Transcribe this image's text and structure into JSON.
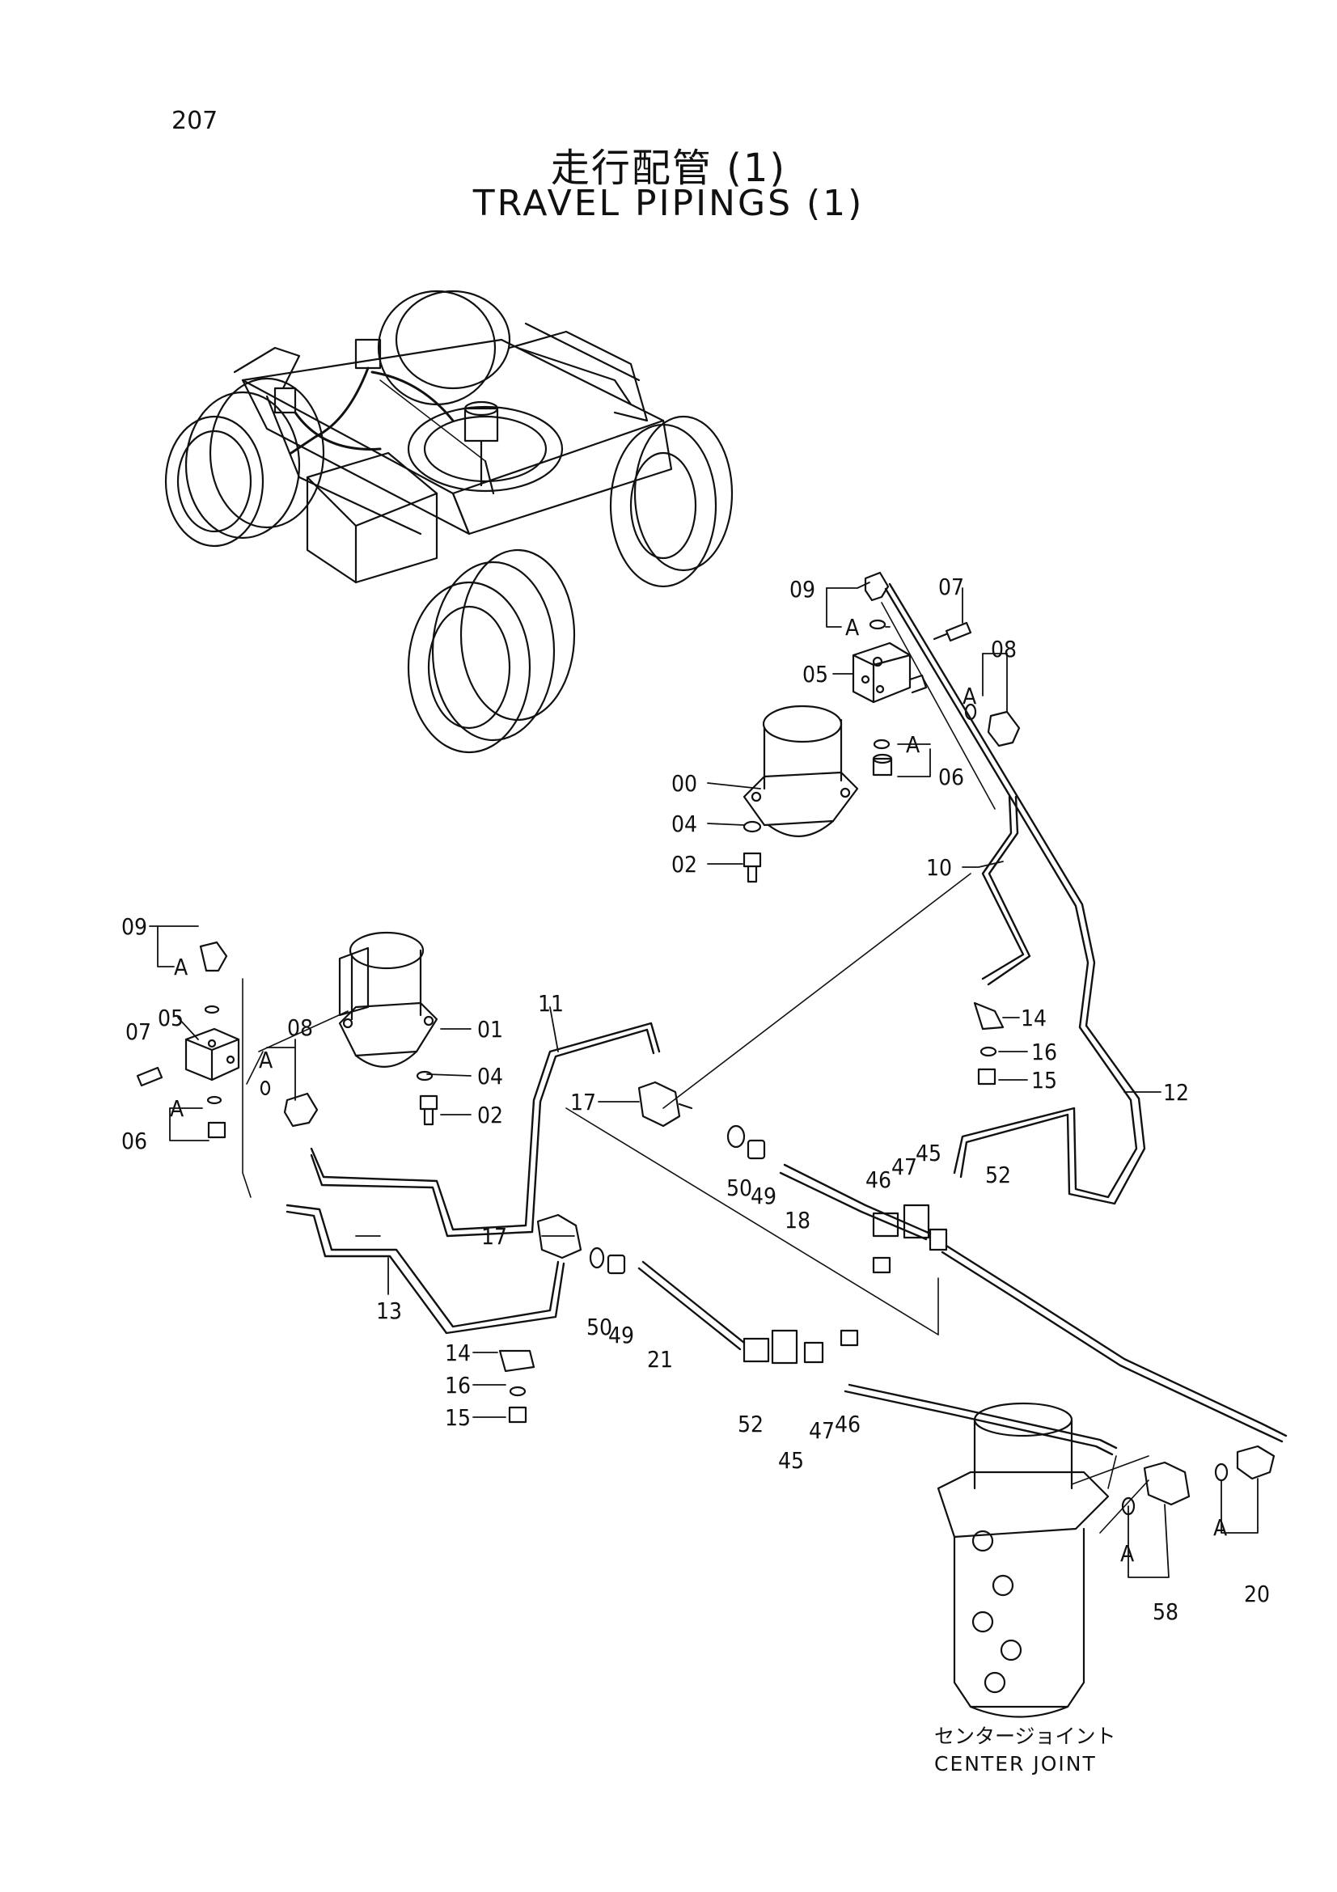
{
  "page_number": "207",
  "title_jp": "走行配管 (1)",
  "title_en": "TRAVEL PIPINGS (1)",
  "center_joint_jp": "センタージョイント",
  "center_joint_en": "CENTER JOINT",
  "part_labels": {
    "p00": "00",
    "p01": "01",
    "p02": "02",
    "p04": "04",
    "p05": "05",
    "p06": "06",
    "p07": "07",
    "p08": "08",
    "p09": "09",
    "p10": "10",
    "p11": "11",
    "p12": "12",
    "p13": "13",
    "p14": "14",
    "p15": "15",
    "p16": "16",
    "p17": "17",
    "p18": "18",
    "p20": "20",
    "p21": "21",
    "p45": "45",
    "p46": "46",
    "p47": "47",
    "p49": "49",
    "p50": "50",
    "p52": "52",
    "p58": "58",
    "a": "A"
  }
}
